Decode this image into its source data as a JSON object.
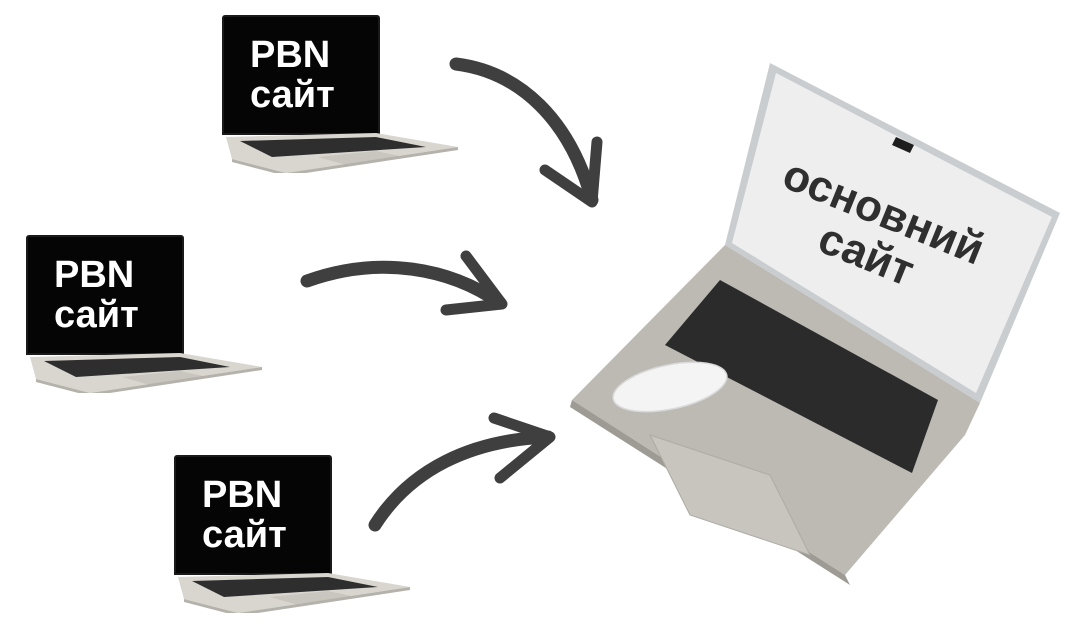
{
  "diagram": {
    "sources": [
      {
        "line1": "PBN",
        "line2": "сайт",
        "position": "top"
      },
      {
        "line1": "PBN",
        "line2": "сайт",
        "position": "middle"
      },
      {
        "line1": "PBN",
        "line2": "сайт",
        "position": "bottom"
      }
    ],
    "target": {
      "line1": "основний",
      "line2": "сайт"
    },
    "arrows": [
      {
        "from": "top",
        "to": "target"
      },
      {
        "from": "middle",
        "to": "target"
      },
      {
        "from": "bottom",
        "to": "target"
      }
    ],
    "colors": {
      "arrow": "#3f3f3f",
      "pbn_screen": "#050505",
      "pbn_text": "#ffffff",
      "laptop_silver": "#cfcdc8",
      "main_screen": "#ececec",
      "main_text": "#2f2f2f",
      "keyboard": "#2b2b2b",
      "mouse": "#f4f4f4"
    }
  }
}
